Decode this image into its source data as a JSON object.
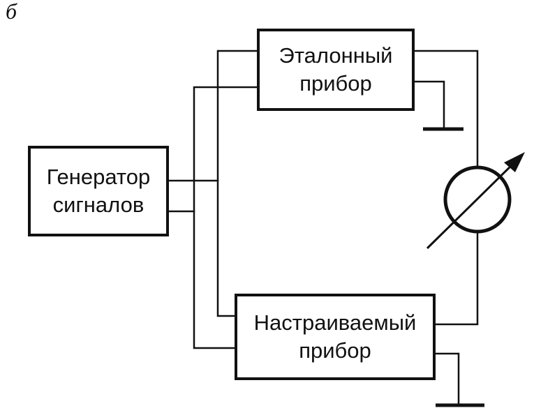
{
  "figure_label": "б",
  "blocks": {
    "generator": {
      "line1": "Генератор",
      "line2": "сигналов"
    },
    "reference": {
      "line1": "Эталонный",
      "line2": "прибор"
    },
    "adjustable": {
      "line1": "Настраиваемый",
      "line2": "прибор"
    }
  },
  "meter_icon": "variable-meter-icon",
  "ground_icon": "ground-icon",
  "colors": {
    "line": "#111111",
    "background": "#ffffff"
  }
}
